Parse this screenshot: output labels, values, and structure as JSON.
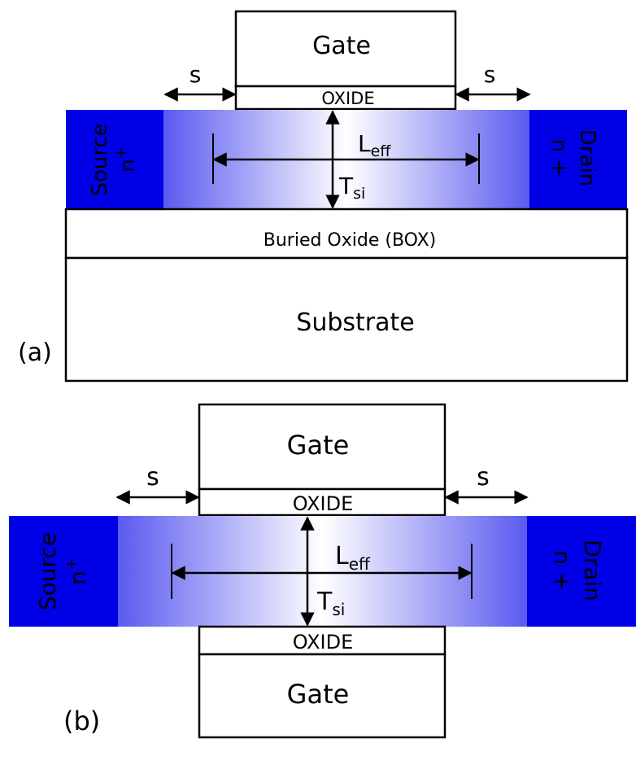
{
  "colors": {
    "source_drain": "#0000e6",
    "channel_edge": "#5a5af0",
    "channel_center": "#ffffff",
    "outline": "#000000"
  },
  "diagram_a": {
    "panel_label": "(a)",
    "gate": "Gate",
    "oxide": "OXIDE",
    "spacer_left": "s",
    "spacer_right": "s",
    "source": "Source",
    "source_doping": "n",
    "source_doping_sup": "+",
    "drain": "Drain",
    "drain_doping": "n +",
    "length_main": "L",
    "length_sub": "eff",
    "thickness_main": "T",
    "thickness_sub": "si",
    "box": "Buried Oxide (BOX)",
    "substrate": "Substrate"
  },
  "diagram_b": {
    "panel_label": "(b)",
    "top_gate": "Gate",
    "top_oxide": "OXIDE",
    "spacer_left": "s",
    "spacer_right": "s",
    "source": "Source",
    "source_doping": "n",
    "source_doping_sup": "+",
    "drain": "Drain",
    "drain_doping": "n +",
    "length_main": "L",
    "length_sub": "eff",
    "thickness_main": "T",
    "thickness_sub": "si",
    "bottom_oxide": "OXIDE",
    "bottom_gate": "Gate"
  }
}
